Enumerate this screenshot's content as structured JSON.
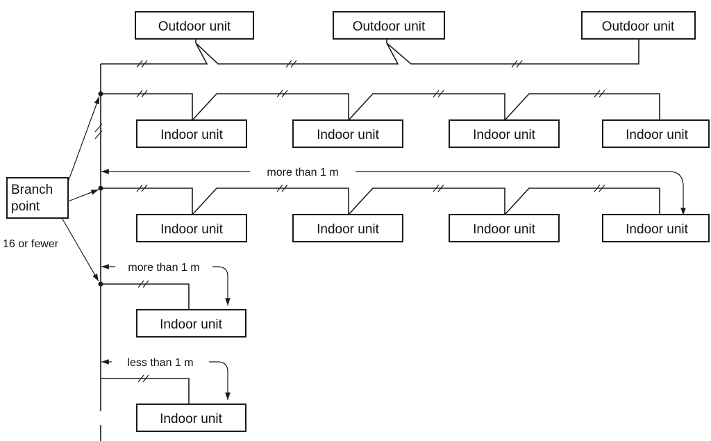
{
  "outdoor_units": [
    "Outdoor unit",
    "Outdoor unit",
    "Outdoor unit"
  ],
  "indoor_row1": [
    "Indoor unit",
    "Indoor unit",
    "Indoor unit",
    "Indoor unit"
  ],
  "indoor_row2": [
    "Indoor unit",
    "Indoor unit",
    "Indoor unit",
    "Indoor unit"
  ],
  "indoor_single_1": "Indoor unit",
  "indoor_single_2": "Indoor unit",
  "branch_point": {
    "line1": "Branch",
    "line2": "point"
  },
  "branch_count": "16 or fewer",
  "dimensions": {
    "row2_span": "more than 1 m",
    "single_1_span": "more than 1 m",
    "single_2_span": "less than 1 m"
  }
}
